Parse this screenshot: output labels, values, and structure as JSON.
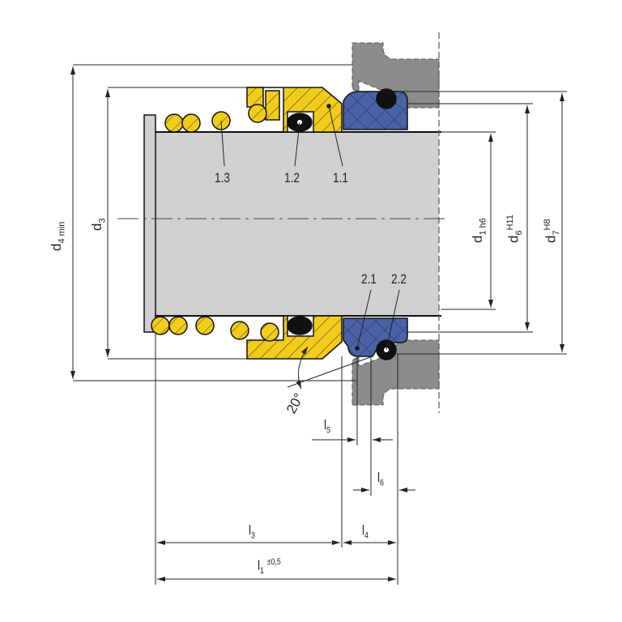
{
  "diagram": {
    "title": "Mechanical seal cross-section",
    "parts": {
      "p11": "1.1",
      "p12": "1.2",
      "p13": "1.3",
      "p21": "2.1",
      "p22": "2.2"
    },
    "dims": {
      "d4": "d",
      "d4_sub": "4 min",
      "d3": "d",
      "d3_sub": "3",
      "d1": "d",
      "d1_sub": "1 h6",
      "d6": "d",
      "d6_sub": "6",
      "d6_sup": "H11",
      "d7": "d",
      "d7_sub": "7",
      "d7_sup": "H8",
      "l1": "l",
      "l1_sub": "1",
      "l1_tol": "±0,5",
      "l3": "l",
      "l3_sub": "3",
      "l4": "l",
      "l4_sub": "4",
      "l5": "l",
      "l5_sub": "5",
      "l6": "l",
      "l6_sub": "6",
      "angle": "20°"
    },
    "colors": {
      "shaft": "#d0d0d0",
      "housing": "#8c8c8c",
      "metal": "#f2cc1a",
      "rubber": "#4a62a8",
      "oring": "#111111"
    }
  }
}
